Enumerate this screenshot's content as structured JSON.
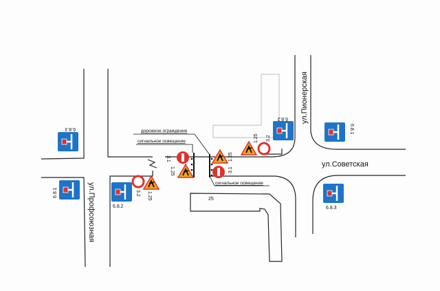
{
  "streets": {
    "profsoyuznaya": "ул.Профсоюзная",
    "pionerskaya": "ул.Пионерская",
    "sovetskaya": "ул.Советская"
  },
  "annotations": {
    "road_barrier": "дорожное ограждение",
    "signal_lighting_top": "сигнальное освещение",
    "signal_lighting_bottom": "сигнальное освещение",
    "building_number": "25"
  },
  "signs": {
    "s683_left": "6.8.3",
    "s681_left": "6.8.1",
    "s682_left": "6.8.2",
    "s682_right": "6.8.2",
    "s681_right": "6.8.1",
    "s683_right": "6.8.3",
    "s32_left": "3.2",
    "s125_left": "1.25",
    "s31_mid_left": "3.1",
    "s125_mid_left": "1.25",
    "s31_mid_right": "3.1",
    "s125_mid_right": "1.25",
    "s125_right": "1.25",
    "s32_right": "3.2"
  },
  "colors": {
    "sign_blue": "#1d74c9",
    "sign_red": "#e0322e",
    "warning_orange": "#f2a41f"
  }
}
